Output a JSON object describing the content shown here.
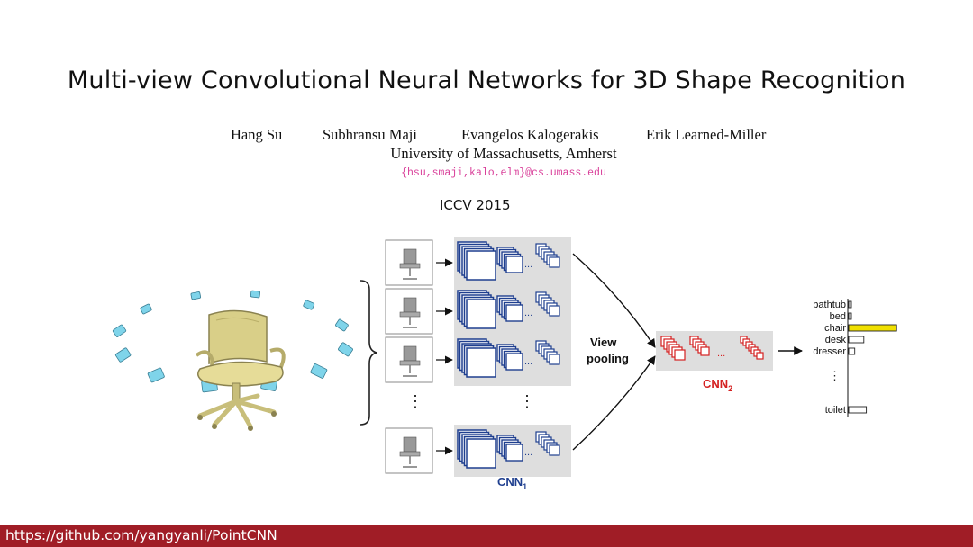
{
  "slide": {
    "title": "Multi-view Convolutional Neural Networks for 3D Shape Recognition",
    "authors": [
      "Hang Su",
      "Subhransu Maji",
      "Evangelos Kalogerakis",
      "Erik Learned-Miller"
    ],
    "affiliation": "University of Massachusetts, Amherst",
    "email": "{hsu,smaji,kalo,elm}@cs.umass.edu",
    "venue": "ICCV 2015"
  },
  "figure": {
    "view_pooling": [
      "View",
      "pooling"
    ],
    "cnn1": "CNN",
    "cnn1_sub": "1",
    "cnn2": "CNN",
    "cnn2_sub": "2",
    "ellipsis": "...",
    "vdots": "⋮",
    "classes": [
      "bathtub",
      "bed",
      "chair",
      "desk",
      "dresser",
      "toilet"
    ],
    "class_scores": [
      0.05,
      0.05,
      0.95,
      0.3,
      0.12,
      0.35
    ],
    "colors": {
      "highlight": "#f0e000",
      "cnn2": "#d42020",
      "cnn1": "#1f3f8f",
      "camera": "#7fd4ea"
    }
  },
  "footer": {
    "link": "https://github.com/yangyanli/PointCNN",
    "bar_color": "#a01d26"
  }
}
